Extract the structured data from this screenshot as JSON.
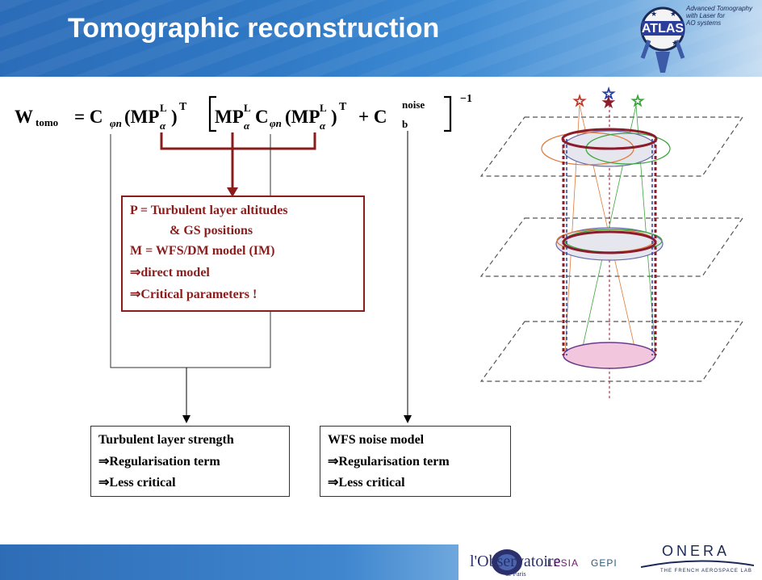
{
  "header": {
    "title": "Tomographic reconstruction",
    "logo_text": "ATLAS",
    "tagline": [
      "Advanced Tomography",
      "with Laser for",
      "AO systems"
    ]
  },
  "formula": {
    "lhs": "W",
    "lhs_sub": "tomo",
    "noise_sup": "noise",
    "noise_sub": "b"
  },
  "pm_box": {
    "lines": [
      "P =   Turbulent layer altitudes",
      "& GS positions",
      "M =  WFS/DM model (IM)",
      "⇒direct model",
      "⇒Critical parameters !"
    ]
  },
  "box_left": {
    "lines": [
      "Turbulent layer strength",
      "⇒Regularisation term",
      "⇒Less critical"
    ]
  },
  "box_right": {
    "lines": [
      "WFS noise model",
      "⇒Regularisation term",
      "⇒Less critical"
    ]
  },
  "footer": {
    "observatoire": "l'Observatoire",
    "observatoire_sub": "de Paris",
    "lesia": "LESIA",
    "gepi": "GEPI",
    "onera": "ONERA",
    "onera_sub": "THE FRENCH AEROSPACE LAB"
  },
  "colors": {
    "dark_red": "#8b1c1c",
    "header_blue": "#2f78c4",
    "star_red": "#c0392b",
    "star_blue": "#2c3e9b",
    "star_green": "#3aa63a"
  }
}
